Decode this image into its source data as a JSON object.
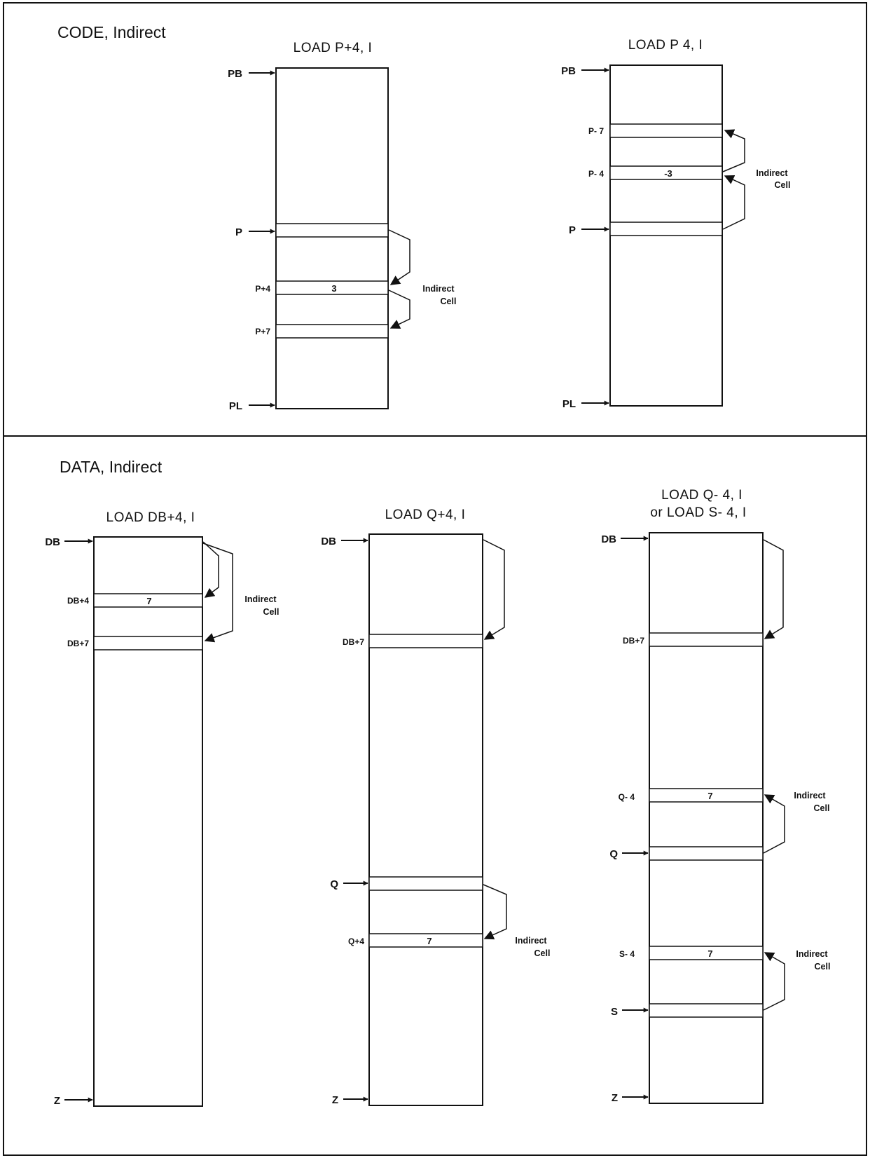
{
  "code_panel": {
    "title": "CODE, Indirect",
    "left": {
      "heading": "LOAD P+4, I",
      "labels": {
        "pb": "PB",
        "p": "P",
        "p4": "P+4",
        "p7": "P+7",
        "pl": "PL"
      },
      "cell_value": "3",
      "note_line1": "Indirect",
      "note_line2": "Cell"
    },
    "right": {
      "heading": "LOAD P  4, I",
      "labels": {
        "pb": "PB",
        "pm7": "P- 7",
        "pm4": "P- 4",
        "p": "P",
        "pl": "PL"
      },
      "cell_value": "-3",
      "note_line1": "Indirect",
      "note_line2": "Cell"
    }
  },
  "data_panel": {
    "title": "DATA, Indirect",
    "left": {
      "heading": "LOAD DB+4, I",
      "labels": {
        "db": "DB",
        "db4": "DB+4",
        "db7": "DB+7",
        "z": "Z"
      },
      "cell_value": "7",
      "note_line1": "Indirect",
      "note_line2": "Cell"
    },
    "middle": {
      "heading": "LOAD Q+4, I",
      "labels": {
        "db": "DB",
        "db7": "DB+7",
        "q": "Q",
        "q4": "Q+4",
        "z": "Z"
      },
      "cell_value": "7",
      "note_line1": "Indirect",
      "note_line2": "Cell"
    },
    "right": {
      "heading_line1": "LOAD Q- 4, I",
      "heading_line2": "or LOAD S- 4, I",
      "labels": {
        "db": "DB",
        "db7": "DB+7",
        "qm4": "Q- 4",
        "q": "Q",
        "sm4": "S- 4",
        "s": "S",
        "z": "Z"
      },
      "q_cell_value": "7",
      "s_cell_value": "7",
      "q_note_line1": "Indirect",
      "q_note_line2": "Cell",
      "s_note_line1": "Indirect",
      "s_note_line2": "Cell"
    }
  }
}
